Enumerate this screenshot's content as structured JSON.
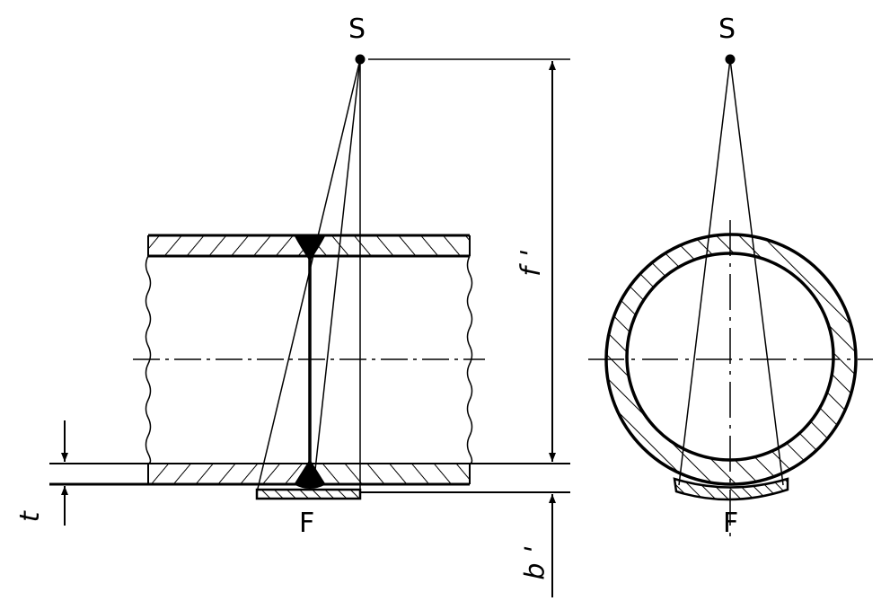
{
  "labels": {
    "source_left": "S",
    "source_right": "S",
    "film_left": "F",
    "film_right": "F",
    "source_distance": "f '",
    "object_film_distance": "b '",
    "wall_thickness": "t"
  },
  "colors": {
    "line": "#000000",
    "background": "#ffffff"
  }
}
